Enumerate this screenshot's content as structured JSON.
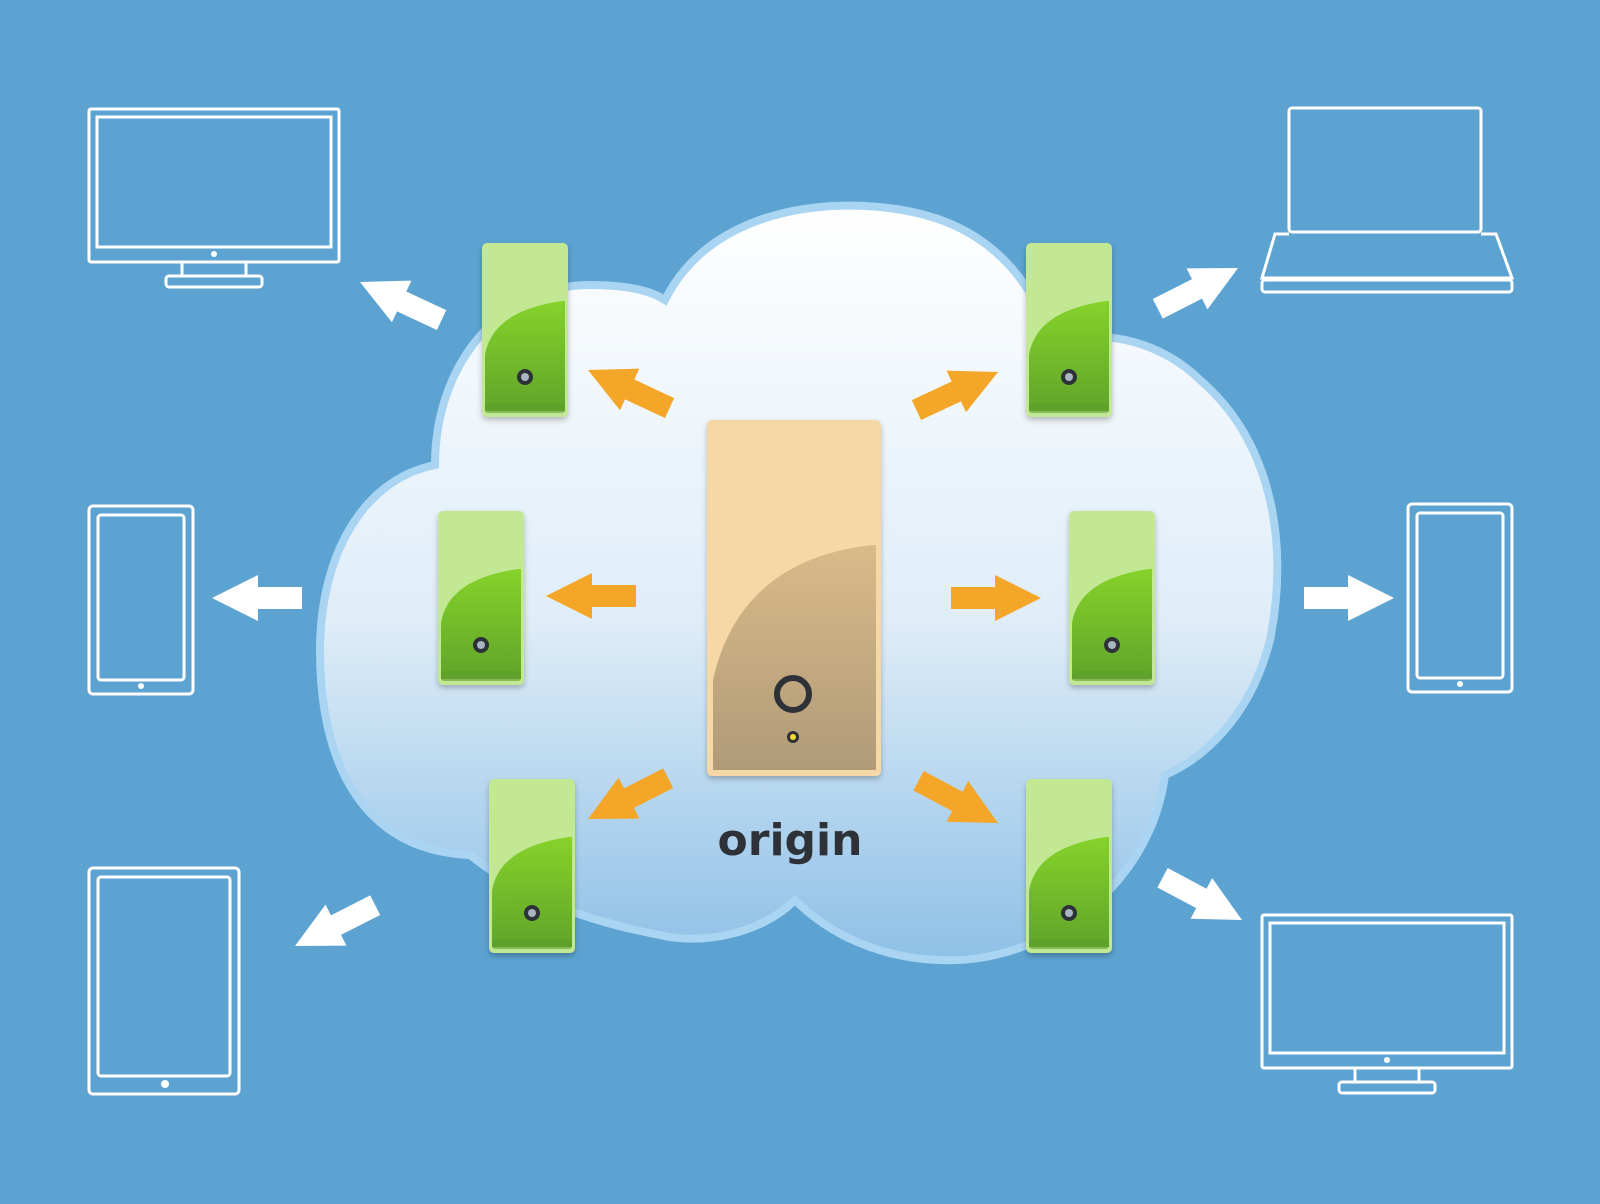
{
  "diagram": {
    "background_color": "#5ca3d1",
    "cloud_colors": {
      "top": "#ffffff",
      "bottom": "#8ec0e6",
      "outline": "#a9d4f2"
    },
    "origin": {
      "label": "origin",
      "color": "#f6d8a6",
      "shade": "#d3b689",
      "icon": "server-tower-icon"
    },
    "edge_server": {
      "count": 6,
      "color_light": "#c2e893",
      "color_dark": "#7ccd24",
      "icon": "server-tower-icon"
    },
    "arrow_colors": {
      "internal": "#f4a628",
      "external": "#ffffff"
    },
    "devices": [
      {
        "type": "monitor",
        "icon": "monitor-icon"
      },
      {
        "type": "laptop",
        "icon": "laptop-icon"
      },
      {
        "type": "phone",
        "icon": "smartphone-icon"
      },
      {
        "type": "phone",
        "icon": "smartphone-icon"
      },
      {
        "type": "tablet",
        "icon": "tablet-icon"
      },
      {
        "type": "monitor",
        "icon": "monitor-icon"
      }
    ]
  }
}
